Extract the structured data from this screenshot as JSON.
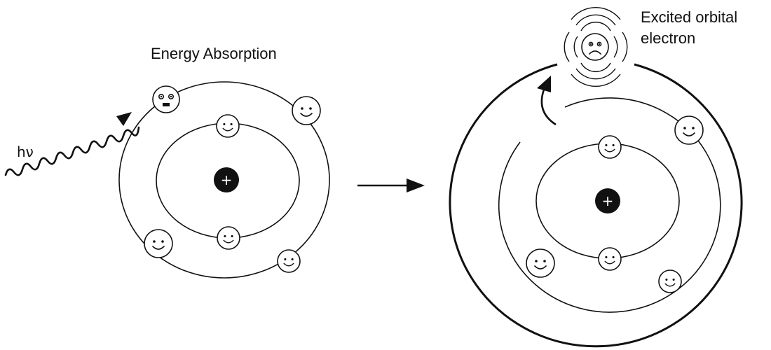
{
  "labels": {
    "left_title": "Energy Absorption",
    "photon": "hν",
    "excited_line1": "Excited orbital",
    "excited_line2": "electron",
    "nucleus_sign": "+"
  },
  "colors": {
    "ink": "#111111",
    "background": "#ffffff"
  },
  "icons": {
    "electron_happy": "smiley-face-icon",
    "electron_surprised": "surprised-face-icon",
    "electron_sad": "sad-face-icon",
    "nucleus": "plus-icon",
    "transition": "right-arrow-icon",
    "photon": "wavy-arrow-icon"
  }
}
